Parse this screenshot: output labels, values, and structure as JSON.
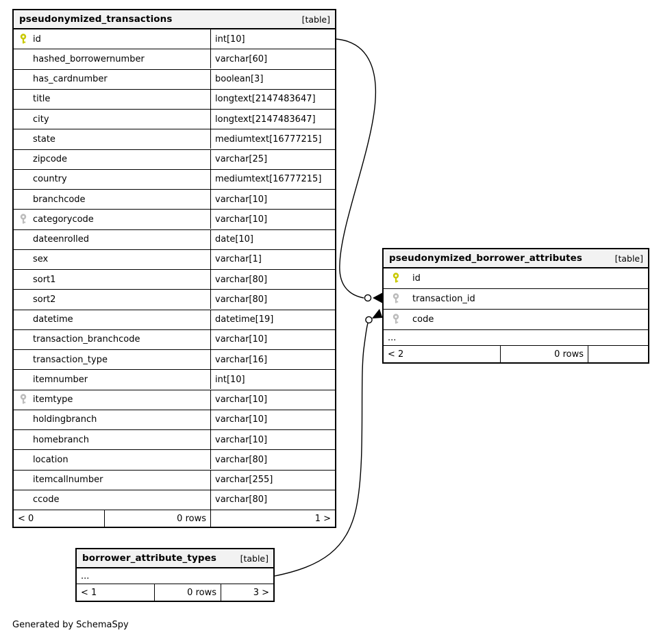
{
  "diagram": {
    "footer_note": "Generated by SchemaSpy",
    "tables": [
      {
        "name": "pseudonymized_transactions",
        "type_label": "[table]",
        "columns": [
          {
            "name": "id",
            "type": "int[10]",
            "key": "primary"
          },
          {
            "name": "hashed_borrowernumber",
            "type": "varchar[60]",
            "key": "none"
          },
          {
            "name": "has_cardnumber",
            "type": "boolean[3]",
            "key": "none"
          },
          {
            "name": "title",
            "type": "longtext[2147483647]",
            "key": "none"
          },
          {
            "name": "city",
            "type": "longtext[2147483647]",
            "key": "none"
          },
          {
            "name": "state",
            "type": "mediumtext[16777215]",
            "key": "none"
          },
          {
            "name": "zipcode",
            "type": "varchar[25]",
            "key": "none"
          },
          {
            "name": "country",
            "type": "mediumtext[16777215]",
            "key": "none"
          },
          {
            "name": "branchcode",
            "type": "varchar[10]",
            "key": "none"
          },
          {
            "name": "categorycode",
            "type": "varchar[10]",
            "key": "index"
          },
          {
            "name": "dateenrolled",
            "type": "date[10]",
            "key": "none"
          },
          {
            "name": "sex",
            "type": "varchar[1]",
            "key": "none"
          },
          {
            "name": "sort1",
            "type": "varchar[80]",
            "key": "none"
          },
          {
            "name": "sort2",
            "type": "varchar[80]",
            "key": "none"
          },
          {
            "name": "datetime",
            "type": "datetime[19]",
            "key": "none"
          },
          {
            "name": "transaction_branchcode",
            "type": "varchar[10]",
            "key": "none"
          },
          {
            "name": "transaction_type",
            "type": "varchar[16]",
            "key": "none"
          },
          {
            "name": "itemnumber",
            "type": "int[10]",
            "key": "none"
          },
          {
            "name": "itemtype",
            "type": "varchar[10]",
            "key": "index"
          },
          {
            "name": "holdingbranch",
            "type": "varchar[10]",
            "key": "none"
          },
          {
            "name": "homebranch",
            "type": "varchar[10]",
            "key": "none"
          },
          {
            "name": "location",
            "type": "varchar[80]",
            "key": "none"
          },
          {
            "name": "itemcallnumber",
            "type": "varchar[255]",
            "key": "none"
          },
          {
            "name": "ccode",
            "type": "varchar[80]",
            "key": "none"
          }
        ],
        "footer": {
          "parents": "< 0",
          "rows": "0 rows",
          "children": "1 >"
        }
      },
      {
        "name": "pseudonymized_borrower_attributes",
        "type_label": "[table]",
        "columns": [
          {
            "name": "id",
            "key": "primary"
          },
          {
            "name": "transaction_id",
            "key": "index"
          },
          {
            "name": "code",
            "key": "index"
          }
        ],
        "ellipsis": "...",
        "footer": {
          "parents": "< 2",
          "rows": "0 rows",
          "children": ""
        }
      },
      {
        "name": "borrower_attribute_types",
        "type_label": "[table]",
        "ellipsis": "...",
        "footer": {
          "parents": "< 1",
          "rows": "0 rows",
          "children": "3 >"
        }
      }
    ]
  }
}
